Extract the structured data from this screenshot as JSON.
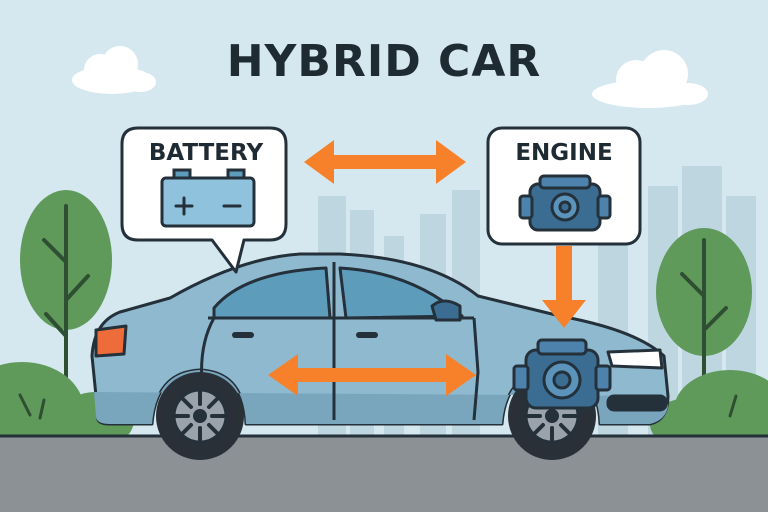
{
  "title": "HYBRID CAR",
  "components": {
    "battery": {
      "label": "BATTERY",
      "icon": "battery-icon"
    },
    "engine": {
      "label": "ENGINE",
      "icon": "engine-icon"
    }
  },
  "colors": {
    "sky": "#d6e8ef",
    "car_body": "#8fb9cf",
    "arrow": "#f7812a",
    "tree": "#5f9a5a",
    "road": "#8c9196",
    "engine": "#3b6d93"
  }
}
